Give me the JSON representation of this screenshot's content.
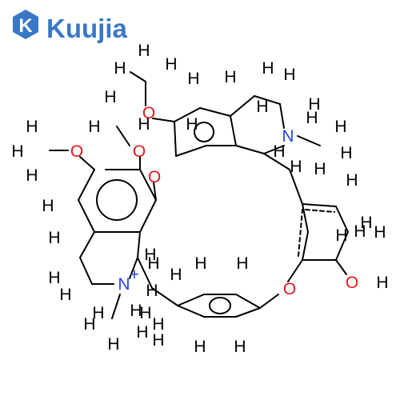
{
  "brand": {
    "name": "Kuujia",
    "mark": "K",
    "color": "#3a78c6"
  },
  "colors": {
    "bond": "#000000",
    "oxygen": "#e8141b",
    "nitrogen": "#2848d8",
    "hydrogen": "#000000"
  },
  "labels": {
    "charge": "+"
  },
  "atoms": [
    "H",
    "H",
    "H",
    "O",
    "H",
    "H",
    "H",
    "O",
    "H",
    "H",
    "H",
    "O",
    "H",
    "O",
    "H",
    "H",
    "H",
    "H",
    "H",
    "H",
    "H",
    "N",
    "H",
    "H",
    "H",
    "H",
    "H",
    "H",
    "H",
    "H",
    "H",
    "H",
    "H",
    "N",
    "H",
    "H",
    "H",
    "H",
    "H",
    "H",
    "H",
    "O",
    "H",
    "O",
    "H",
    "H",
    "H",
    "H",
    "H",
    "H",
    "H",
    "H",
    "H",
    "H",
    "H",
    "H",
    "H",
    "H",
    "H",
    "H"
  ]
}
